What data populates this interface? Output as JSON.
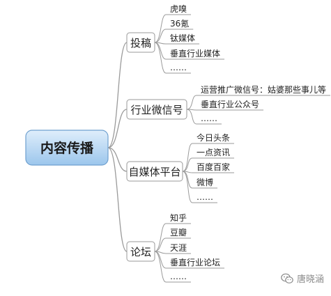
{
  "root": {
    "label": "内容传播"
  },
  "branches": [
    {
      "label": "投稿",
      "children": [
        "虎嗅",
        "36氪",
        "钛媒体",
        "垂直行业媒体",
        "……"
      ]
    },
    {
      "label": "行业微信号",
      "children": [
        "运营推广微信号：姑婆那些事儿等",
        "垂直行业公众号",
        "……"
      ]
    },
    {
      "label": "自媒体平台",
      "children": [
        "今日头条",
        "一点资讯",
        "百度百家",
        "微博",
        "……"
      ]
    },
    {
      "label": "论坛",
      "children": [
        "知乎",
        "豆瓣",
        "天涯",
        "垂直行业论坛",
        "……"
      ]
    }
  ],
  "watermark": {
    "text": "唐晓涵",
    "icon": "wechat-icon"
  },
  "colors": {
    "root_fill_top": "#dfeefb",
    "root_fill_bottom": "#9cc6ec",
    "root_border": "#6fa0cf",
    "line": "#9a9a9a",
    "text": "#222222"
  }
}
